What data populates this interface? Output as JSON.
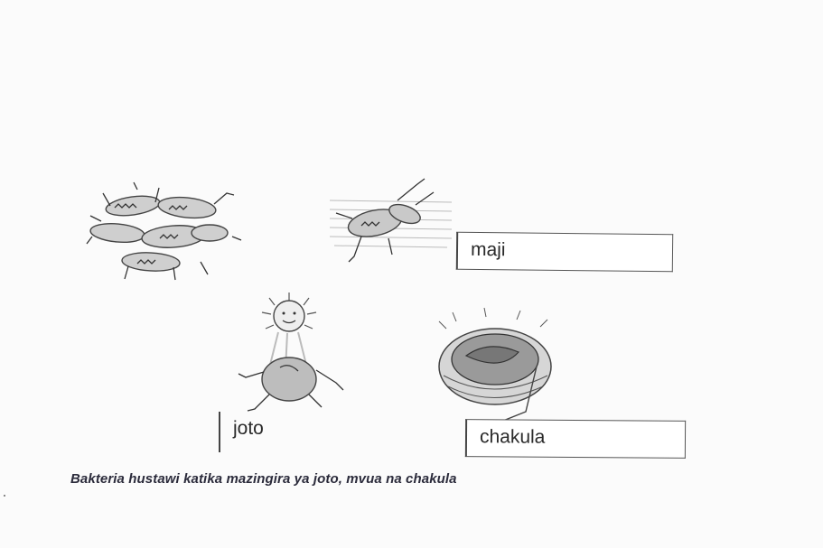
{
  "labels": {
    "maji": "maji",
    "joto": "joto",
    "chakula": "chakula"
  },
  "caption": "Bakteria hustawi katika mazingira ya joto, mvua na chakula",
  "illustrations": [
    {
      "icon": "bacteria-cluster-icon"
    },
    {
      "icon": "bacteria-in-water-icon"
    },
    {
      "icon": "sun-over-bacteria-icon"
    },
    {
      "icon": "food-bowl-bacteria-icon"
    }
  ]
}
